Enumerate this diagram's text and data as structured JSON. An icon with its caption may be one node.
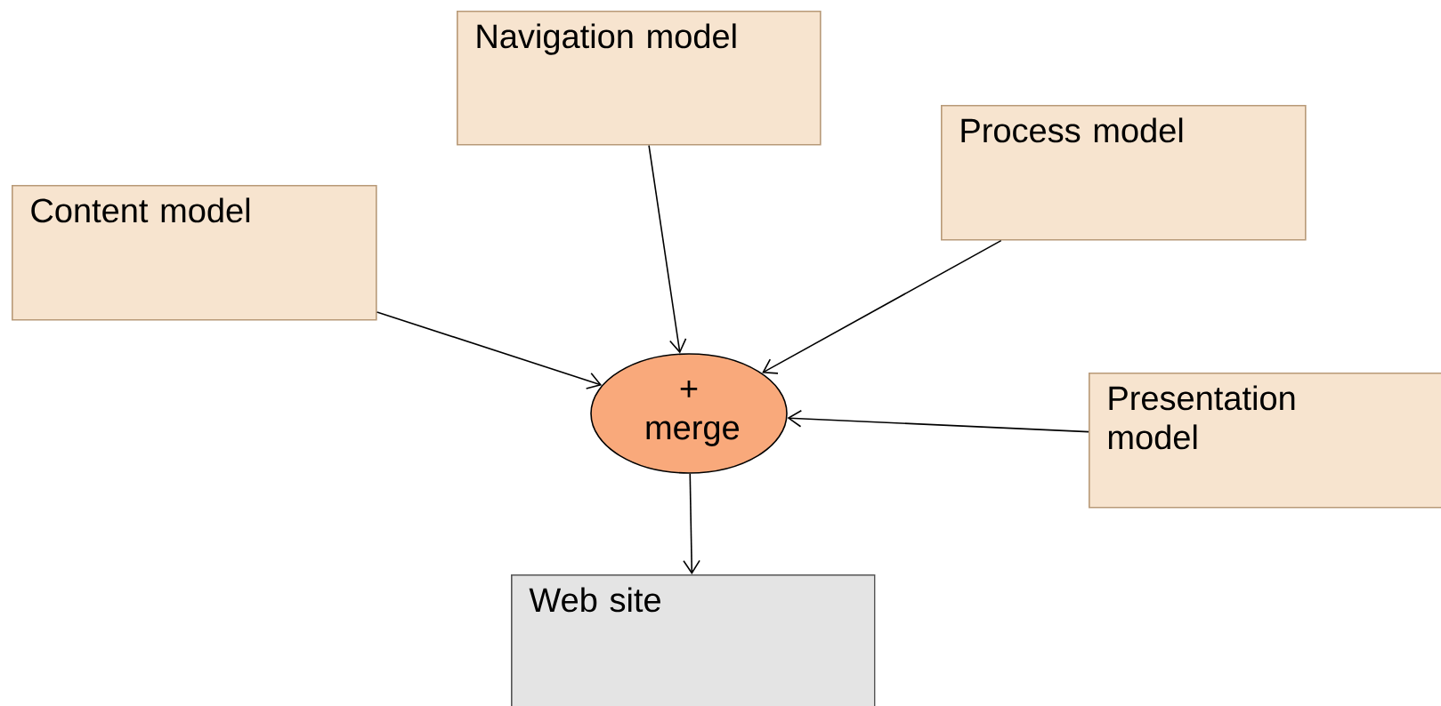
{
  "diagram": {
    "nodes": [
      {
        "text": [
          "Navigation model"
        ]
      },
      {
        "text": [
          "Process model"
        ]
      },
      {
        "text": [
          "Content model"
        ]
      },
      {
        "text": [
          "+ merge"
        ]
      },
      {
        "text": [
          "Presentation model"
        ]
      },
      {
        "text": [
          "Web site"
        ]
      }
    ],
    "edges": [
      {
        "from": 0,
        "to": 3,
        "arrow": "to"
      },
      {
        "from": 1,
        "to": 3,
        "arrow": "to"
      },
      {
        "from": 2,
        "to": 3,
        "arrow": "to"
      },
      {
        "from": 4,
        "to": 3,
        "arrow": "to"
      },
      {
        "from": 3,
        "to": 5,
        "arrow": "to"
      }
    ]
  }
}
